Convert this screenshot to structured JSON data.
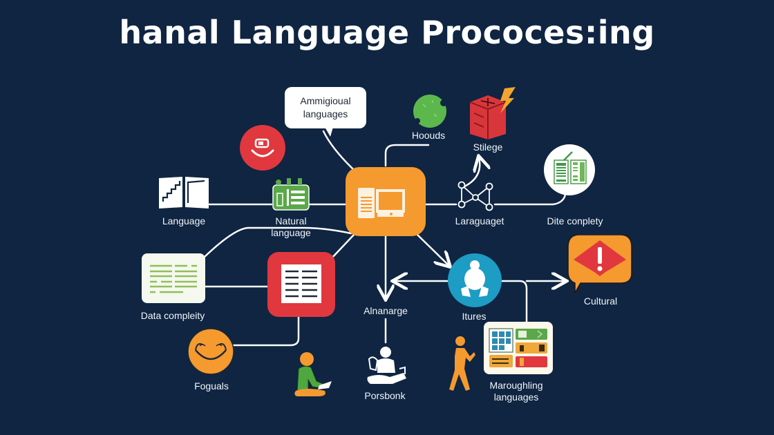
{
  "title": "hanal Language Prococes:ing",
  "colors": {
    "background": "#0f2542",
    "orange": "#f59a2f",
    "red": "#e0383e",
    "green": "#5aa84a",
    "teal": "#1d9cc4",
    "white": "#ffffff"
  },
  "nodes": {
    "hub": {
      "label": "",
      "icon": "computer-icon"
    },
    "ambiguous": {
      "line1": "Ammigioual",
      "line2": "languages",
      "icon": "speech-bubble"
    },
    "red_smile": {
      "label": "",
      "icon": "smile-icon"
    },
    "language": {
      "label": "Language",
      "icon": "open-book-icon"
    },
    "natural_language": {
      "line1": "Natural",
      "line2": "language",
      "icon": "building-icon"
    },
    "hoouds": {
      "label": "Hoouds",
      "icon": "puzzle-globe-icon"
    },
    "stilege": {
      "label": "Stilege",
      "icon": "cube-lightning-icon"
    },
    "laraguaget": {
      "label": "Laraguaget",
      "icon": "network-graph-icon"
    },
    "dite_conplety": {
      "label": "Dite conplety",
      "icon": "documents-icon"
    },
    "data_compleity": {
      "label": "Data compleity",
      "icon": "text-document-icon"
    },
    "red_table": {
      "label": "",
      "icon": "table-icon"
    },
    "foguals": {
      "label": "Foguals",
      "icon": "face-icon"
    },
    "alnanarge": {
      "label": "Alnanarge",
      "icon": ""
    },
    "itures": {
      "label": "Itures",
      "icon": "person-icon"
    },
    "cultural": {
      "label": "Cultural",
      "icon": "warning-icon"
    },
    "maroughling": {
      "line1": "Maroughling",
      "line2": "languages",
      "icon": "dashboard-icon"
    },
    "porsbonk": {
      "label": "Porsbonk",
      "icon": "reading-person-icon"
    },
    "sitting_person": {
      "label": "",
      "icon": "laptop-person-icon"
    },
    "walking_person": {
      "label": "",
      "icon": "walking-person-icon"
    }
  }
}
